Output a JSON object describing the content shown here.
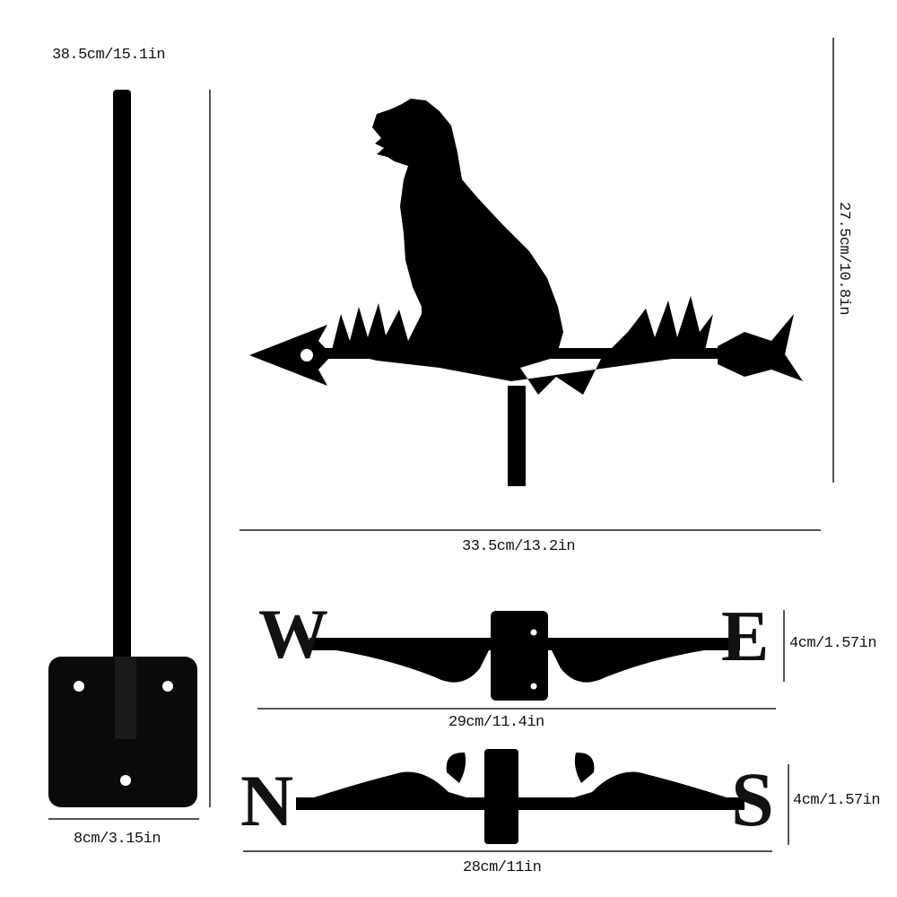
{
  "product": {
    "type": "weathervane",
    "motif": "sitting dog silhouette on grass with arrow",
    "color": "#000000",
    "background": "#ffffff"
  },
  "dimensions": {
    "pole_height": "38.5cm/15.1in",
    "vane_height": "27.5cm/10.8in",
    "vane_width": "33.5cm/13.2in",
    "we_width": "29cm/11.4in",
    "we_height": "4cm/1.57in",
    "ns_width": "28cm/11in",
    "ns_height": "4cm/1.57in",
    "base_width": "8cm/3.15in"
  },
  "letters": {
    "west": "W",
    "east": "E",
    "north": "N",
    "south": "S"
  }
}
